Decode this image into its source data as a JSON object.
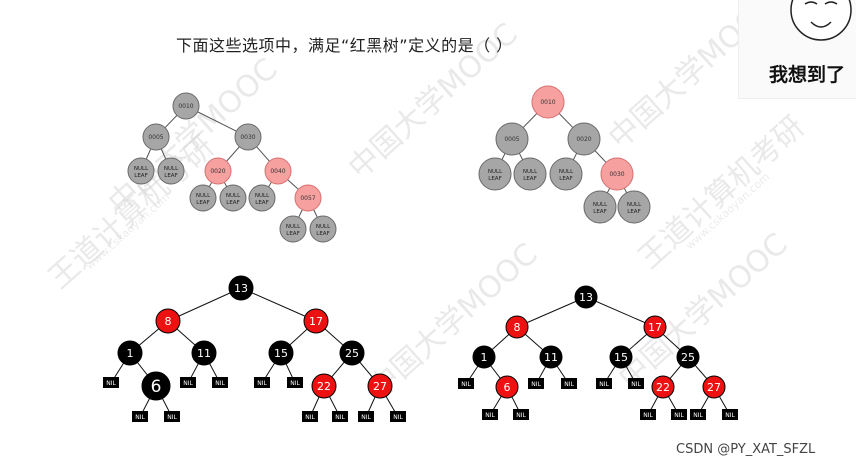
{
  "question": "下面这些选项中，满足“红黑树”定义的是（    ）",
  "meme_caption": "我想到了",
  "footer": "CSDN @PY_XAT_SFZL",
  "watermark": {
    "brand": "王道计算机考研",
    "mooc": "中国大学MOOC",
    "site": "www.cskaoyan.com"
  },
  "colors": {
    "gray": "#a6a6a6",
    "pink": "#f6a0a0",
    "red": "#ee1111",
    "black": "#000000"
  },
  "trees": [
    {
      "id": "option-a",
      "nodes": [
        {
          "label": "0010",
          "color": "gray"
        },
        {
          "label": "0005",
          "color": "gray"
        },
        {
          "label": "0030",
          "color": "gray"
        },
        {
          "label": "NULL LEAF",
          "color": "gray"
        },
        {
          "label": "NULL LEAF",
          "color": "gray"
        },
        {
          "label": "0020",
          "color": "pink"
        },
        {
          "label": "0040",
          "color": "pink"
        },
        {
          "label": "NULL LEAF",
          "color": "gray"
        },
        {
          "label": "NULL LEAF",
          "color": "gray"
        },
        {
          "label": "NULL LEAF",
          "color": "gray"
        },
        {
          "label": "0057",
          "color": "pink"
        },
        {
          "label": "NULL LEAF",
          "color": "gray"
        },
        {
          "label": "NULL LEAF",
          "color": "gray"
        }
      ]
    },
    {
      "id": "option-b",
      "nodes": [
        {
          "label": "0010",
          "color": "pink"
        },
        {
          "label": "0005",
          "color": "gray"
        },
        {
          "label": "0020",
          "color": "gray"
        },
        {
          "label": "NULL LEAF",
          "color": "gray"
        },
        {
          "label": "NULL LEAF",
          "color": "gray"
        },
        {
          "label": "NULL LEAF",
          "color": "gray"
        },
        {
          "label": "0030",
          "color": "pink"
        },
        {
          "label": "NULL LEAF",
          "color": "gray"
        },
        {
          "label": "NULL LEAF",
          "color": "gray"
        }
      ]
    },
    {
      "id": "option-c",
      "nodes": [
        {
          "label": "13",
          "color": "black"
        },
        {
          "label": "8",
          "color": "red"
        },
        {
          "label": "17",
          "color": "red"
        },
        {
          "label": "1",
          "color": "black"
        },
        {
          "label": "11",
          "color": "black"
        },
        {
          "label": "15",
          "color": "black"
        },
        {
          "label": "25",
          "color": "black"
        },
        {
          "label": "NIL",
          "color": "black"
        },
        {
          "label": "6",
          "color": "black"
        },
        {
          "label": "NIL",
          "color": "black"
        },
        {
          "label": "NIL",
          "color": "black"
        },
        {
          "label": "NIL",
          "color": "black"
        },
        {
          "label": "NIL",
          "color": "black"
        },
        {
          "label": "22",
          "color": "red"
        },
        {
          "label": "27",
          "color": "red"
        },
        {
          "label": "NIL",
          "color": "black"
        },
        {
          "label": "NIL",
          "color": "black"
        },
        {
          "label": "NIL",
          "color": "black"
        },
        {
          "label": "NIL",
          "color": "black"
        },
        {
          "label": "NIL",
          "color": "black"
        },
        {
          "label": "NIL",
          "color": "black"
        }
      ]
    },
    {
      "id": "option-d",
      "nodes": [
        {
          "label": "13",
          "color": "black"
        },
        {
          "label": "8",
          "color": "red"
        },
        {
          "label": "17",
          "color": "red"
        },
        {
          "label": "1",
          "color": "black"
        },
        {
          "label": "11",
          "color": "black"
        },
        {
          "label": "15",
          "color": "black"
        },
        {
          "label": "25",
          "color": "black"
        },
        {
          "label": "NIL",
          "color": "black"
        },
        {
          "label": "6",
          "color": "red"
        },
        {
          "label": "NIL",
          "color": "black"
        },
        {
          "label": "NIL",
          "color": "black"
        },
        {
          "label": "NIL",
          "color": "black"
        },
        {
          "label": "NIL",
          "color": "black"
        },
        {
          "label": "22",
          "color": "red"
        },
        {
          "label": "27",
          "color": "red"
        },
        {
          "label": "NIL",
          "color": "black"
        },
        {
          "label": "NIL",
          "color": "black"
        },
        {
          "label": "NIL",
          "color": "black"
        },
        {
          "label": "NIL",
          "color": "black"
        },
        {
          "label": "NIL",
          "color": "black"
        },
        {
          "label": "NIL",
          "color": "black"
        }
      ]
    }
  ]
}
